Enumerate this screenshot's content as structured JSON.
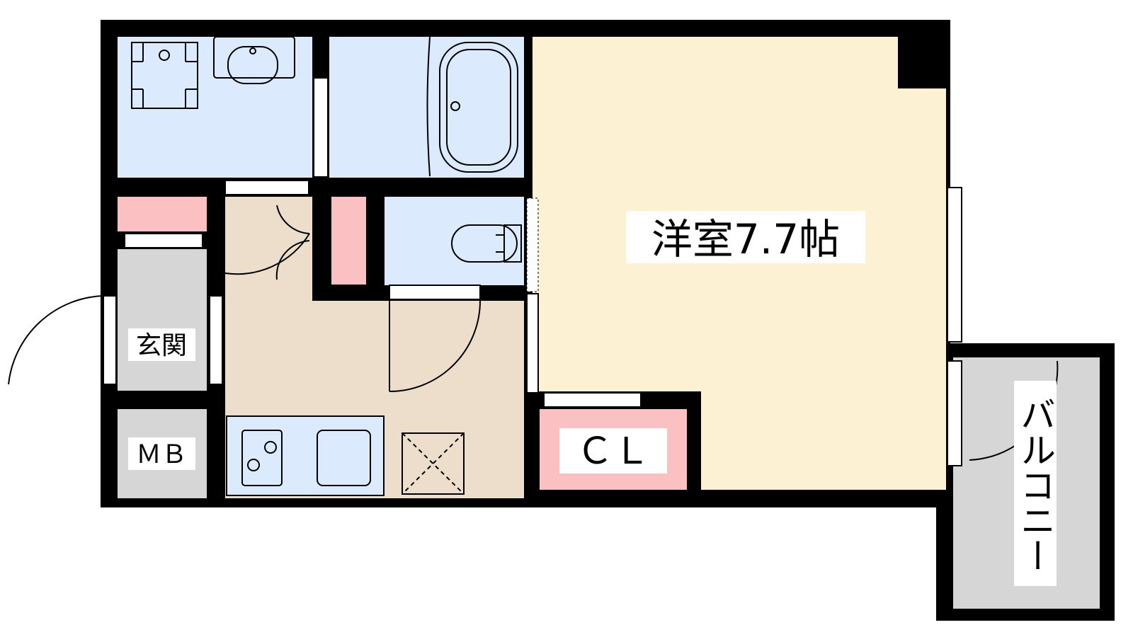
{
  "rooms": {
    "western_room": "洋室7.7帖",
    "entrance": "玄関",
    "meter_box": "ＭＢ",
    "closet": "ＣＬ",
    "balcony": "バルコニー"
  },
  "colors": {
    "wet_area": "#dbeafd",
    "western_room": "#fdf1d4",
    "kitchen_floor": "#eddecb",
    "storage": "#fbc0c2",
    "entrance": "#d6d6d6",
    "wall": "#000000"
  }
}
